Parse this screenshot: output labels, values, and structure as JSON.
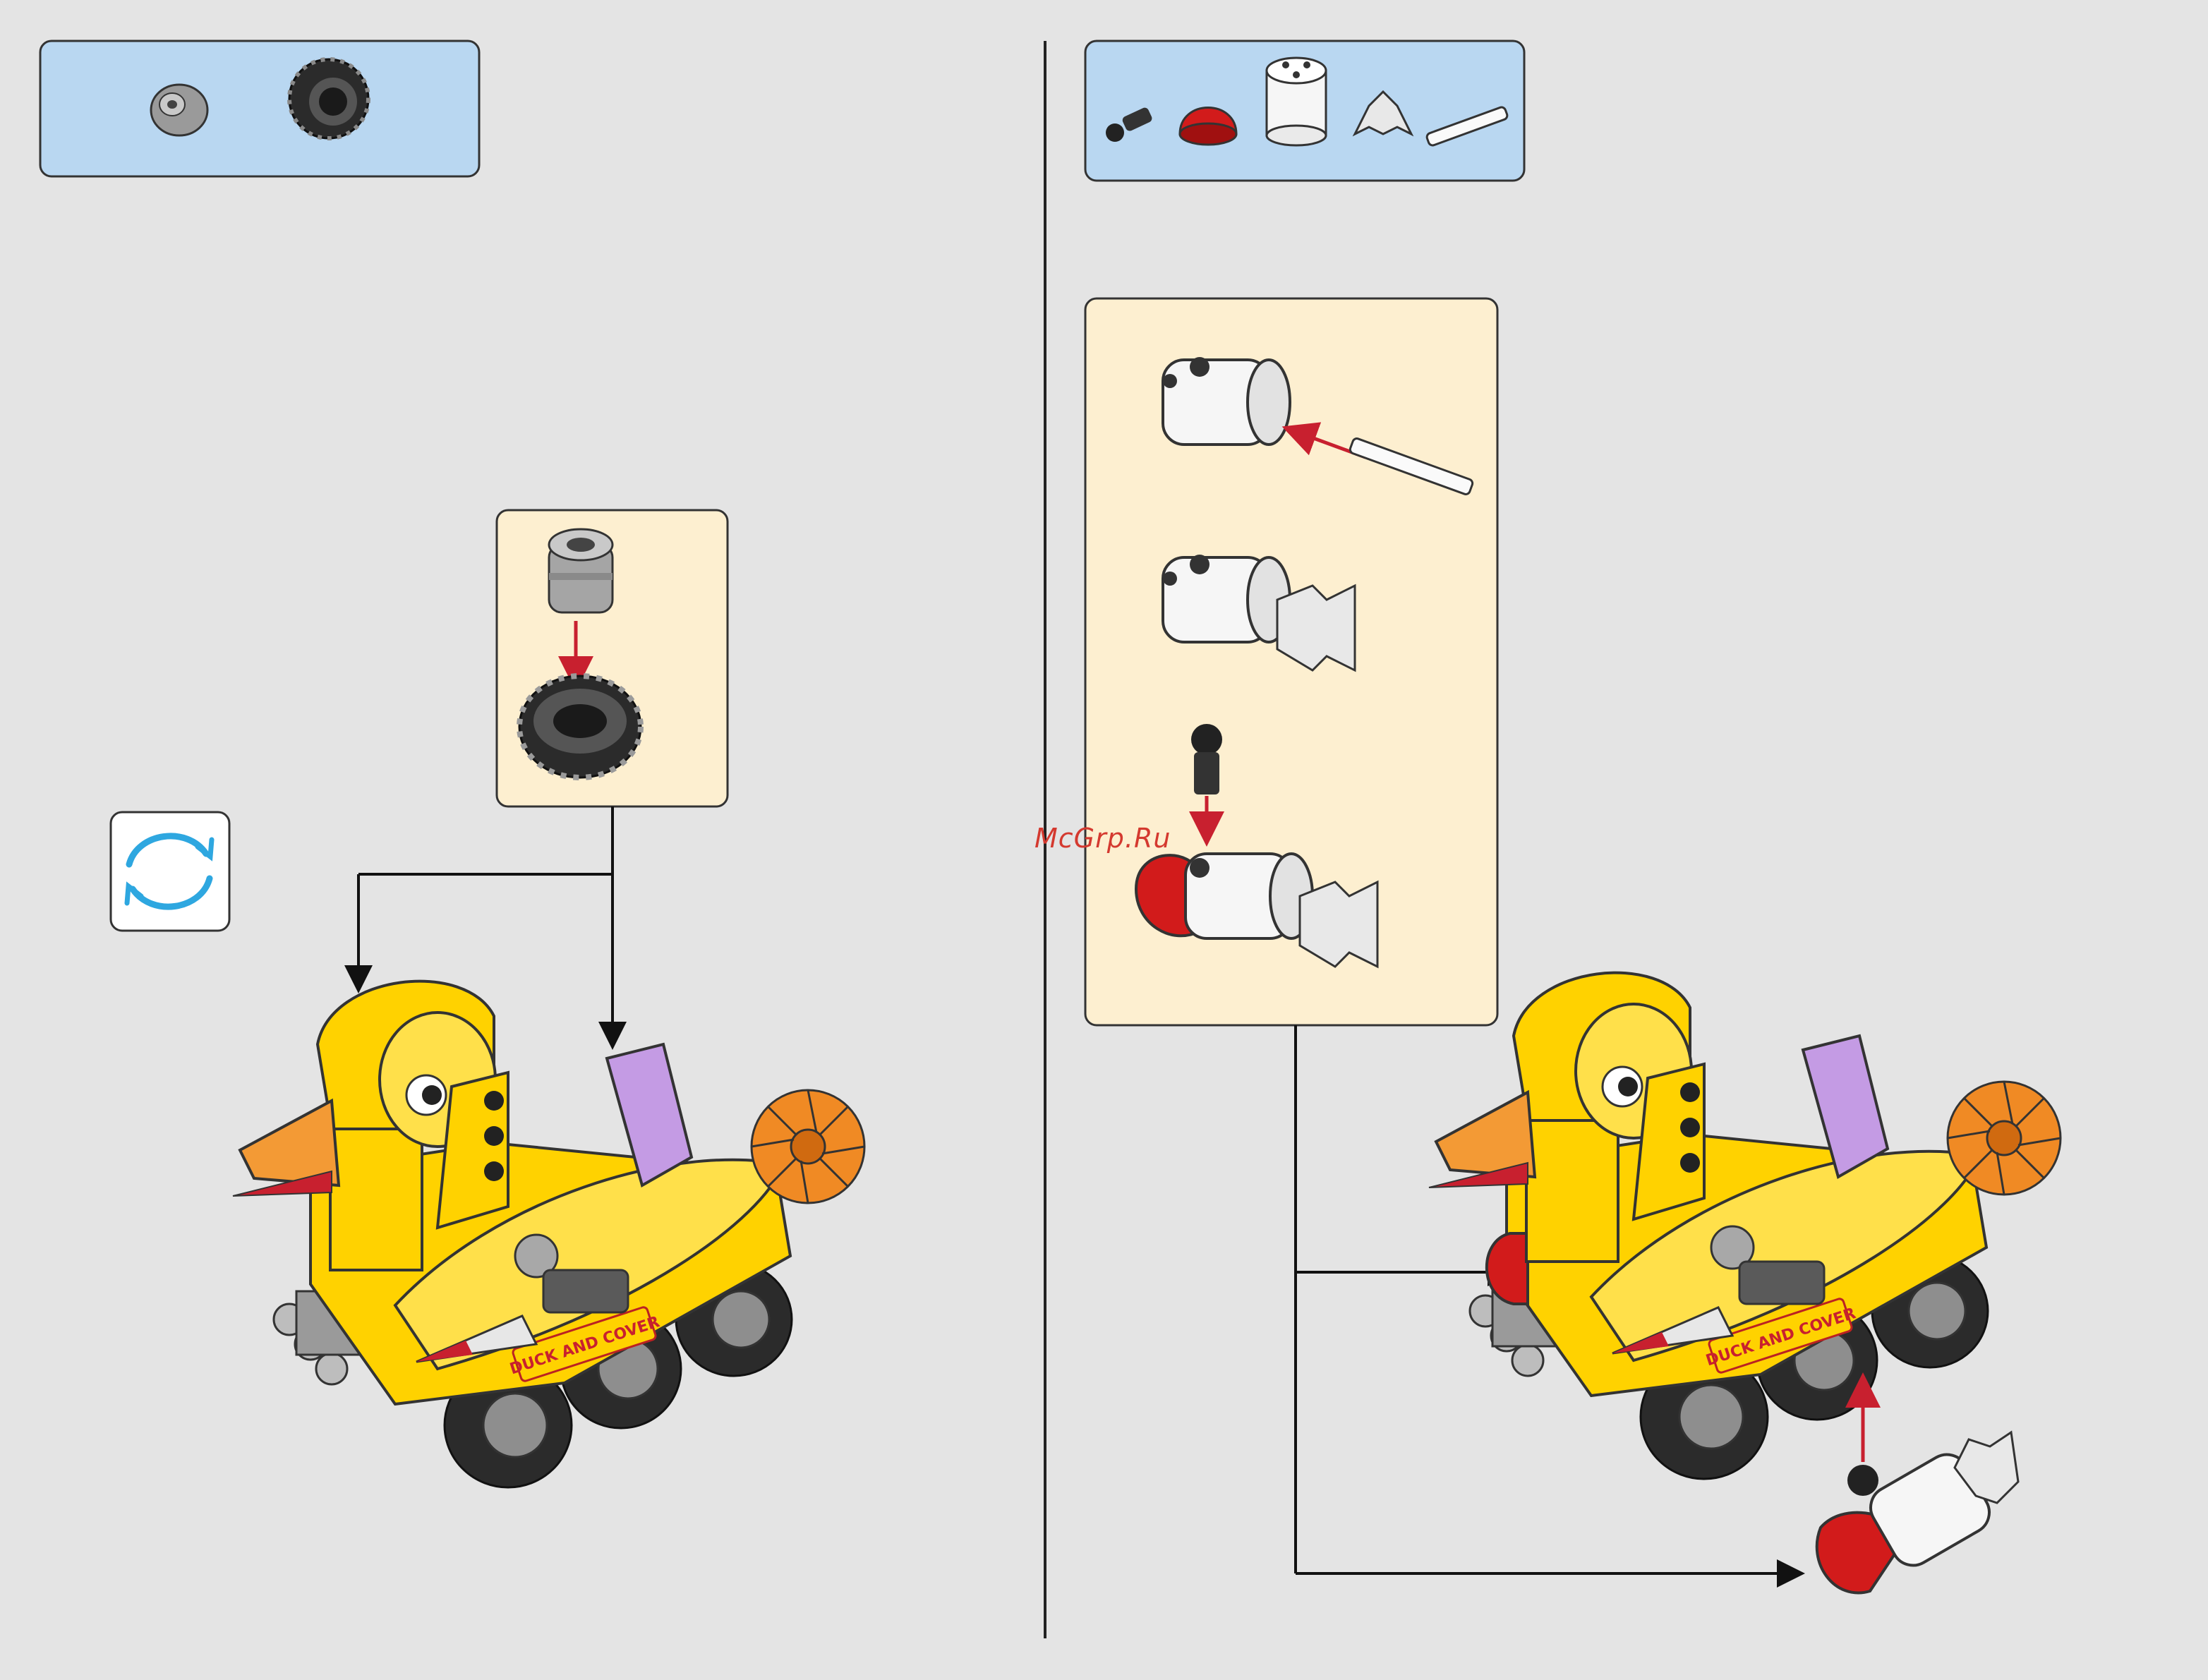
{
  "left_step": {
    "parts_callout": [
      "technic-bush-grey",
      "tire-black"
    ],
    "subassembly": [
      "hub-to-tire"
    ],
    "rotate_model_icon": "rotate-arrows-icon"
  },
  "right_step": {
    "parts_callout": [
      "ball-joint-pin-black",
      "dome-red",
      "cylinder-brick-white",
      "rocket-fin-grey",
      "axle-white"
    ],
    "subassembly": [
      "axle-into-cylinder",
      "fin-attach",
      "dome-and-pin-attach"
    ]
  },
  "model_decal_text": "DUCK AND COVER",
  "watermark": "McGrp.Ru",
  "colors": {
    "callout_blue": "#b9d7f1",
    "subassembly_cream": "#fdefd0",
    "arrow_red": "#c8202f",
    "model_yellow": "#ffd200",
    "model_orange": "#f08a24",
    "rotate_blue": "#2ea7e0"
  }
}
